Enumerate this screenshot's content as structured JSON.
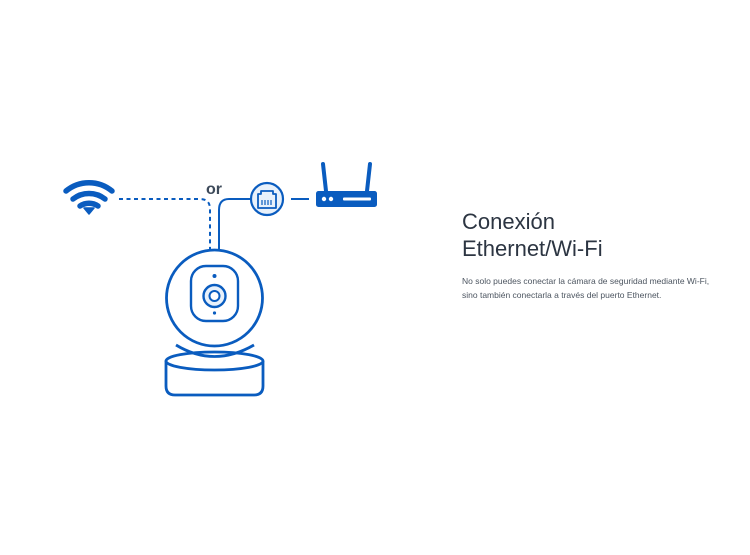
{
  "diagram": {
    "or_label": "or",
    "icons": {
      "wifi": "wifi-icon",
      "ethernet": "ethernet-port-icon",
      "router": "router-icon",
      "camera": "pan-tilt-camera-icon"
    },
    "colors": {
      "primary_blue": "#0a5cbf",
      "light_blue": "#e8f1fb",
      "line_blue": "#0a5cbf",
      "text_dark": "#2c3542",
      "text_gray": "#4c5560"
    }
  },
  "feature": {
    "title_line1": "Conexión",
    "title_line2": "Ethernet/Wi-Fi",
    "description": "No solo puedes conectar la cámara de seguridad mediante Wi-Fi, sino también conectarla a través del puerto Ethernet."
  }
}
